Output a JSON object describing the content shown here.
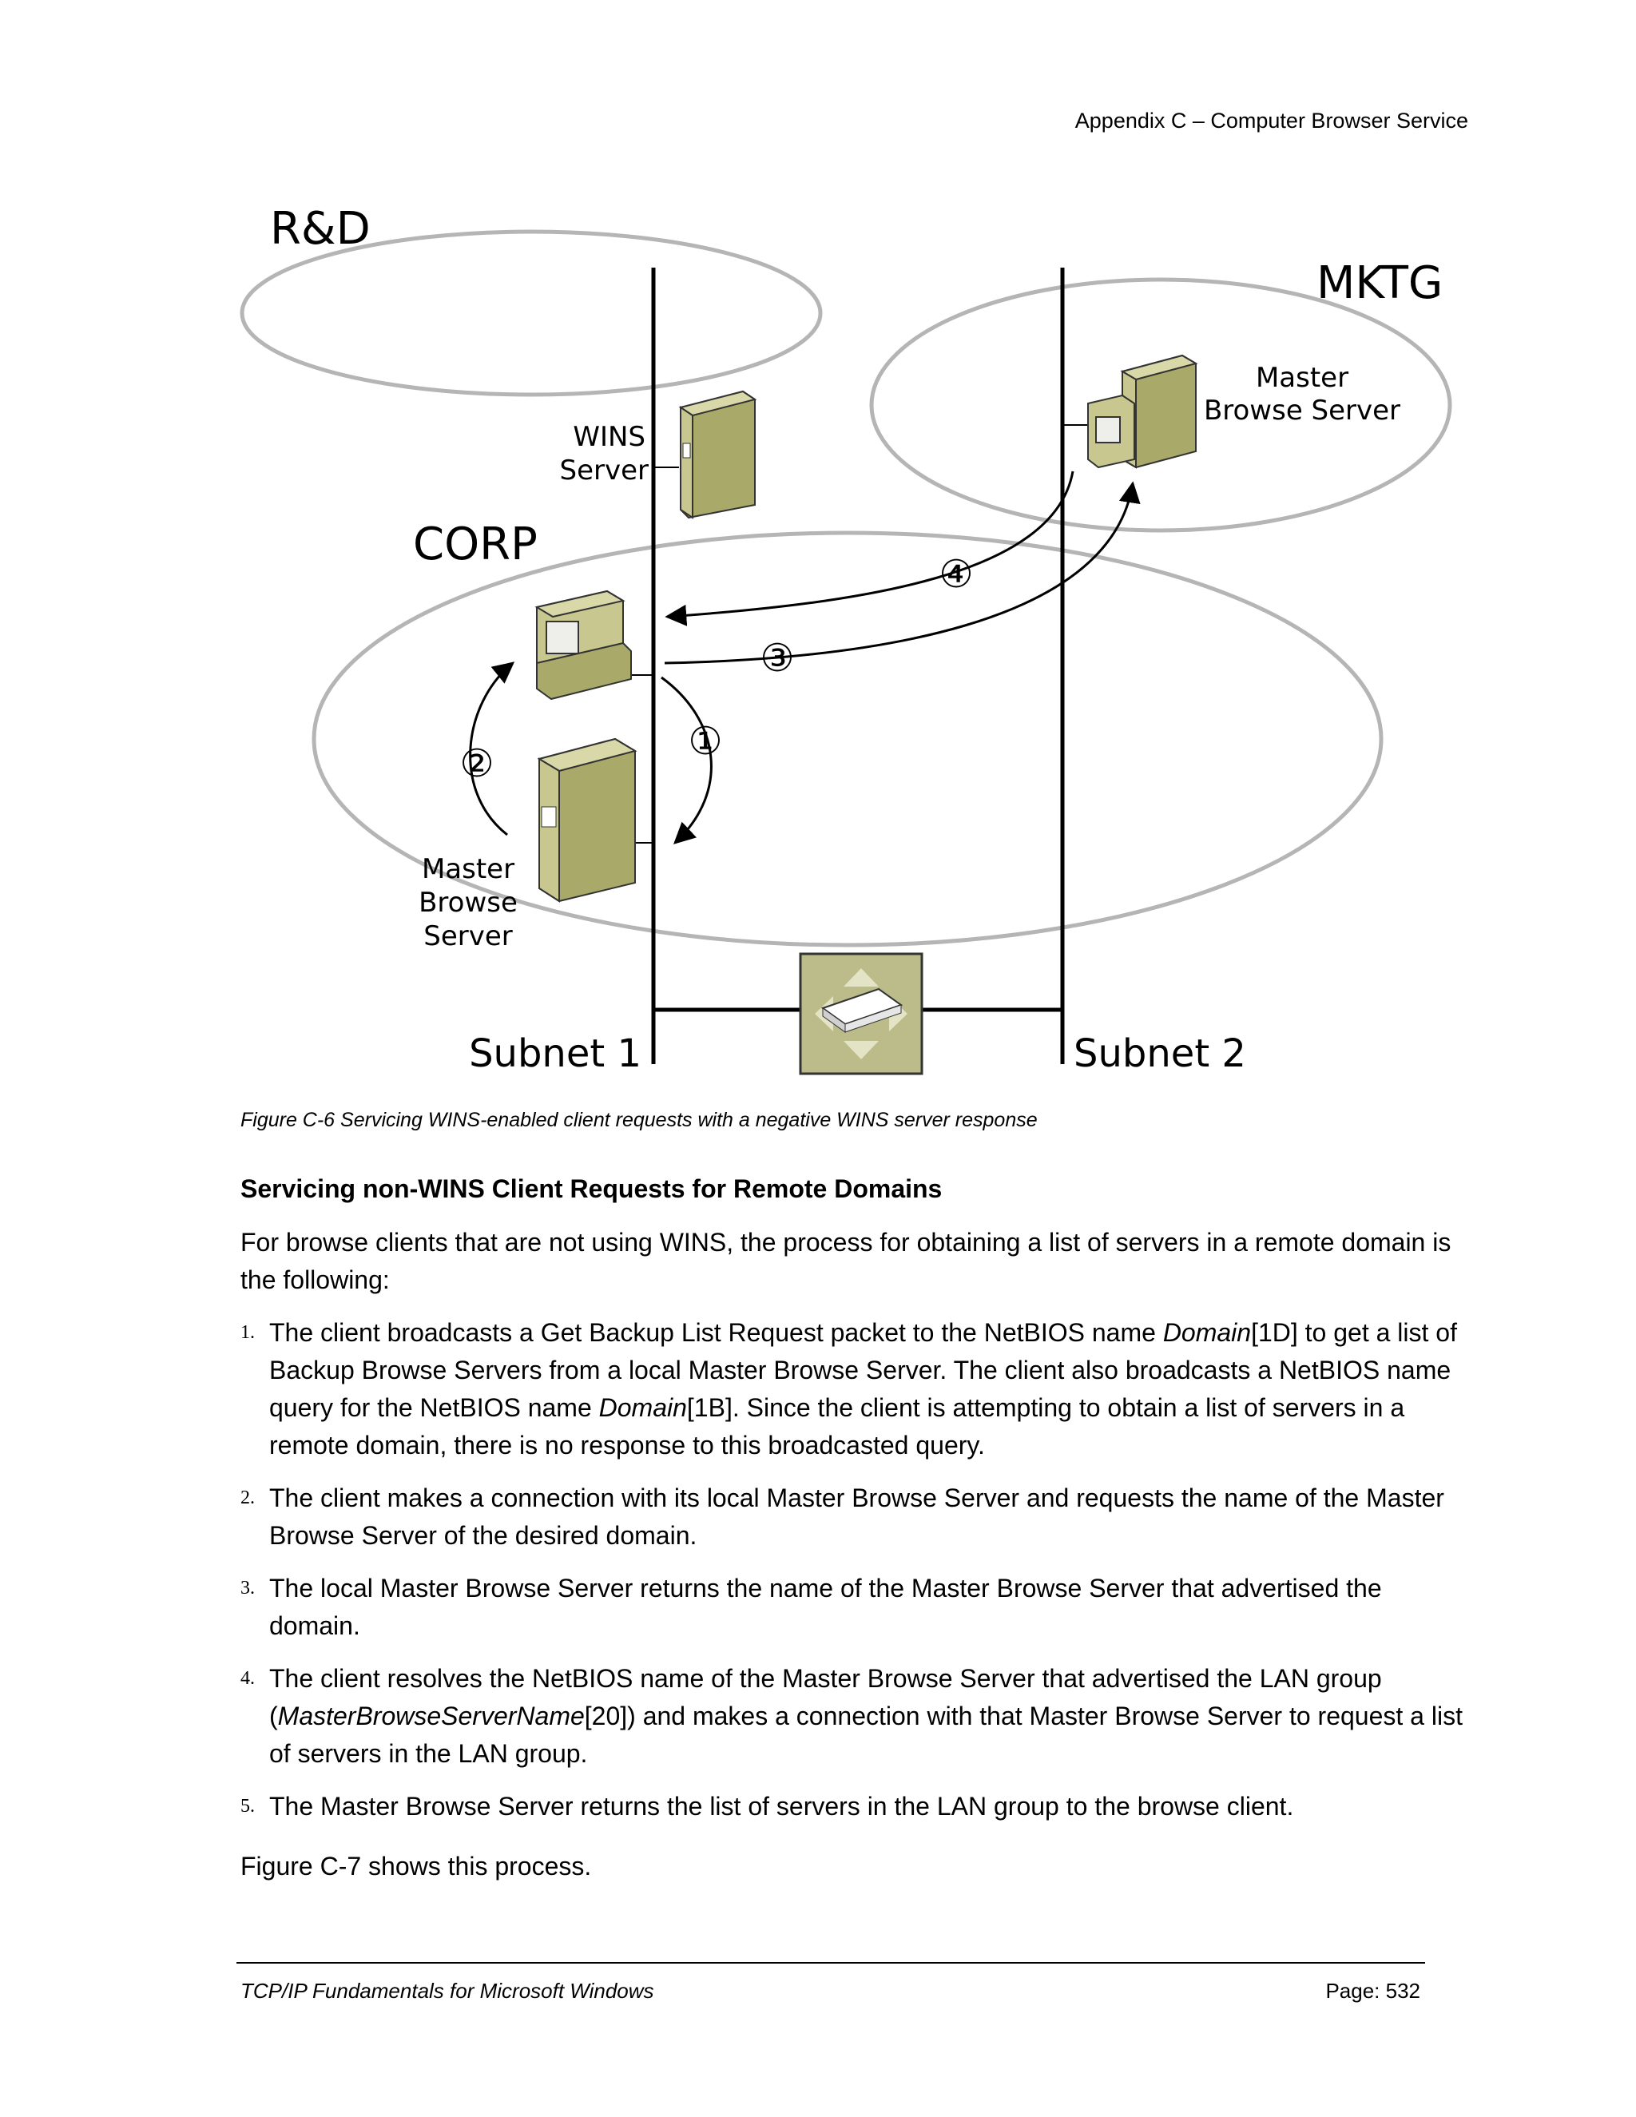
{
  "header": {
    "running_title": "Appendix C – Computer Browser Service"
  },
  "figure": {
    "labels": {
      "rnd": "R&D",
      "mktg": "MKTG",
      "corp": "CORP",
      "wins_server_line1": "WINS",
      "wins_server_line2": "Server",
      "mktg_master_line1": "Master",
      "mktg_master_line2": "Browse Server",
      "corp_master_line1": "Master",
      "corp_master_line2": "Browse",
      "corp_master_line3": "Server",
      "subnet1": "Subnet 1",
      "subnet2": "Subnet 2"
    },
    "steps": [
      "①",
      "②",
      "③",
      "④"
    ],
    "caption": "Figure C-6  Servicing WINS-enabled client requests with a negative WINS server response"
  },
  "section": {
    "title": "Servicing non-WINS Client Requests for Remote Domains",
    "intro": "For browse clients that are not using WINS, the process for obtaining a list of servers in a remote domain is the following:",
    "steps": [
      {
        "num": "1.",
        "parts": [
          "The client broadcasts a Get Backup List Request packet to the NetBIOS name ",
          "Domain",
          "[1D] to get a list of Backup Browse Servers from a local Master Browse Server. The client also broadcasts a NetBIOS name query for the NetBIOS name ",
          "Domain",
          "[1B]. Since the client is attempting to obtain a list of servers in a remote domain, there is no response to this broadcasted query."
        ]
      },
      {
        "num": "2.",
        "text": "The client makes a connection with its local Master Browse Server and requests the name of the Master Browse Server of the desired domain."
      },
      {
        "num": "3.",
        "text": "The local Master Browse Server returns the name of the Master Browse Server that advertised the domain."
      },
      {
        "num": "4.",
        "parts": [
          "The client resolves the NetBIOS name of the Master Browse Server that advertised the LAN group (",
          "MasterBrowseServerName",
          "[20]) and makes a connection with that Master Browse Server to request a list of servers in the LAN group."
        ]
      },
      {
        "num": "5.",
        "text": "The Master Browse Server returns the list of servers in the LAN group to the browse client."
      }
    ],
    "closing": "Figure C-7 shows this process."
  },
  "footer": {
    "book_title": "TCP/IP Fundamentals for Microsoft Windows",
    "page": "Page: 532"
  },
  "colors": {
    "device_face": "#c7c78f",
    "device_side": "#a9a96a",
    "device_dark": "#6b6b3c",
    "ellipse_stroke": "#b5b5b5"
  }
}
